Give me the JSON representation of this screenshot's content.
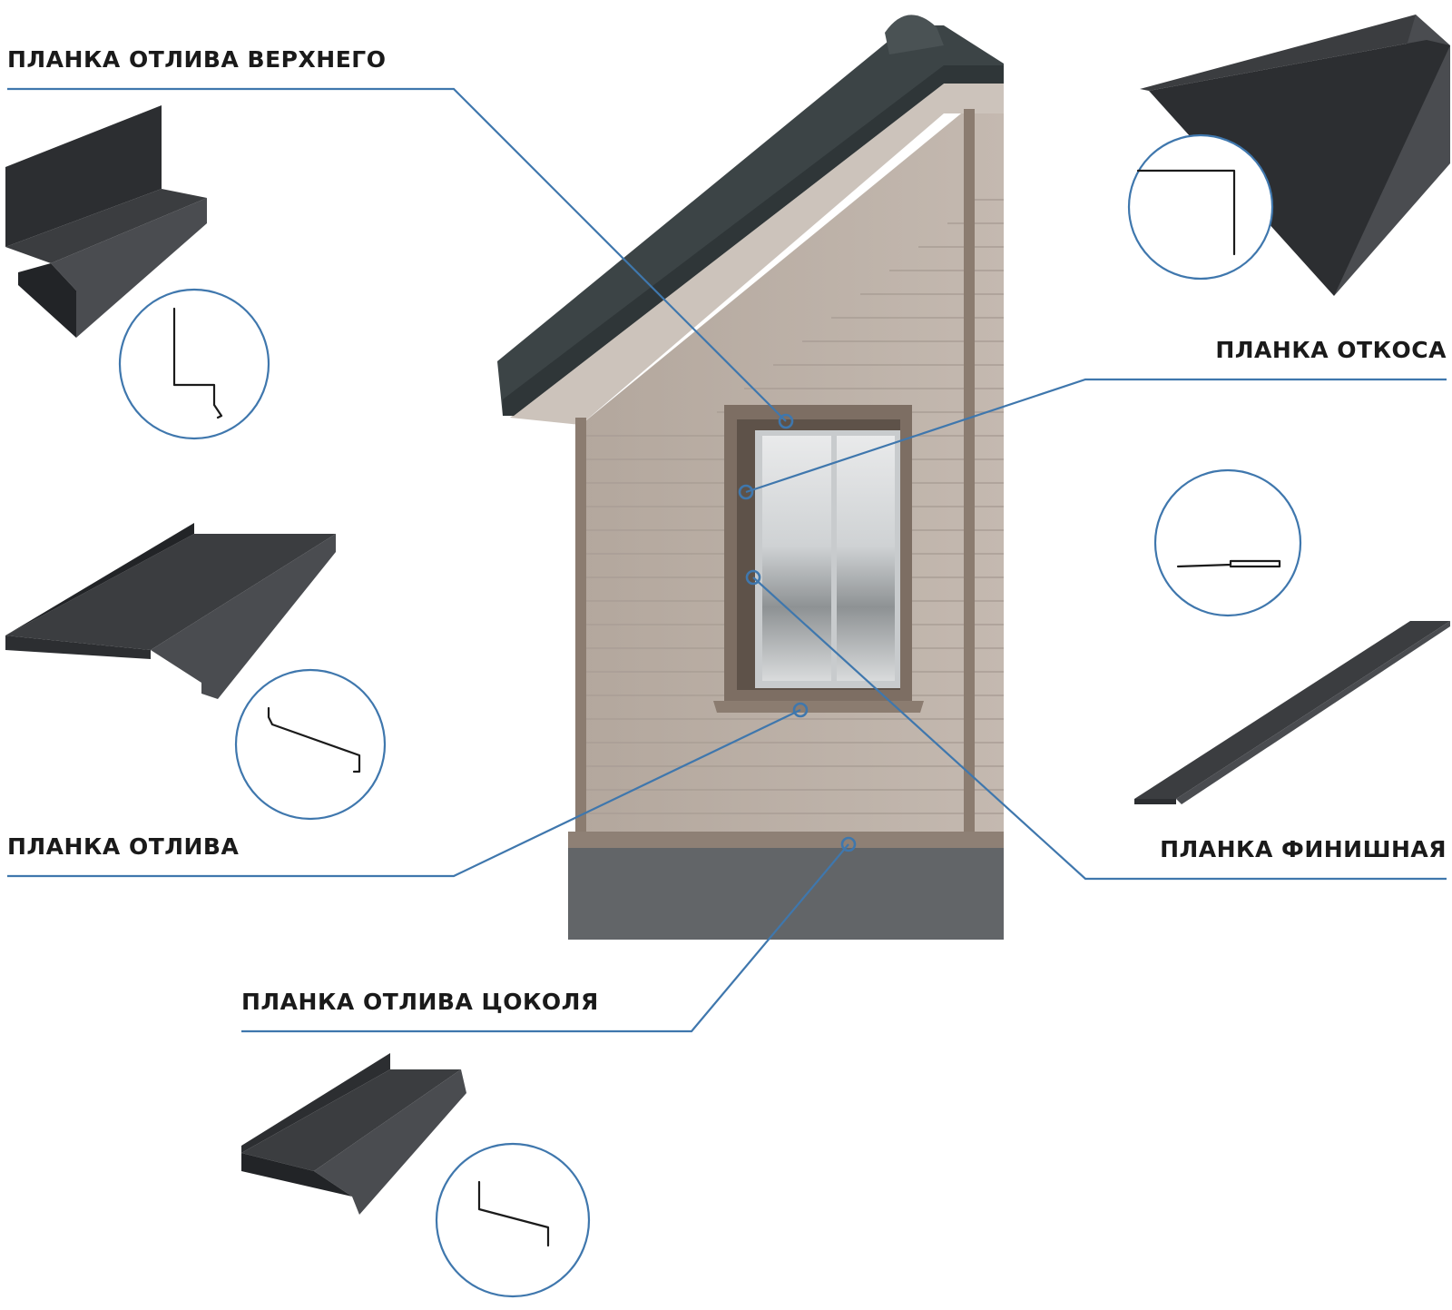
{
  "labels": {
    "top_drip": "ПЛАНКА ОТЛИВА ВЕРХНЕГО",
    "slope": "ПЛАНКА ОТКОСА",
    "drip": "ПЛАНКА ОТЛИВА",
    "finish": "ПЛАНКА ФИНИШНАЯ",
    "plinth_drip": "ПЛАНКА ОТЛИВА ЦОКОЛЯ"
  },
  "colors": {
    "leader": "#3f77ad",
    "metal": "#35373a",
    "siding": "#b8aca3",
    "trim": "#7d6e63",
    "roof": "#3c4446",
    "plinth": "#5d6063"
  },
  "icons": {
    "callout": "profile-section-icon",
    "marker": "ring-marker-icon"
  }
}
